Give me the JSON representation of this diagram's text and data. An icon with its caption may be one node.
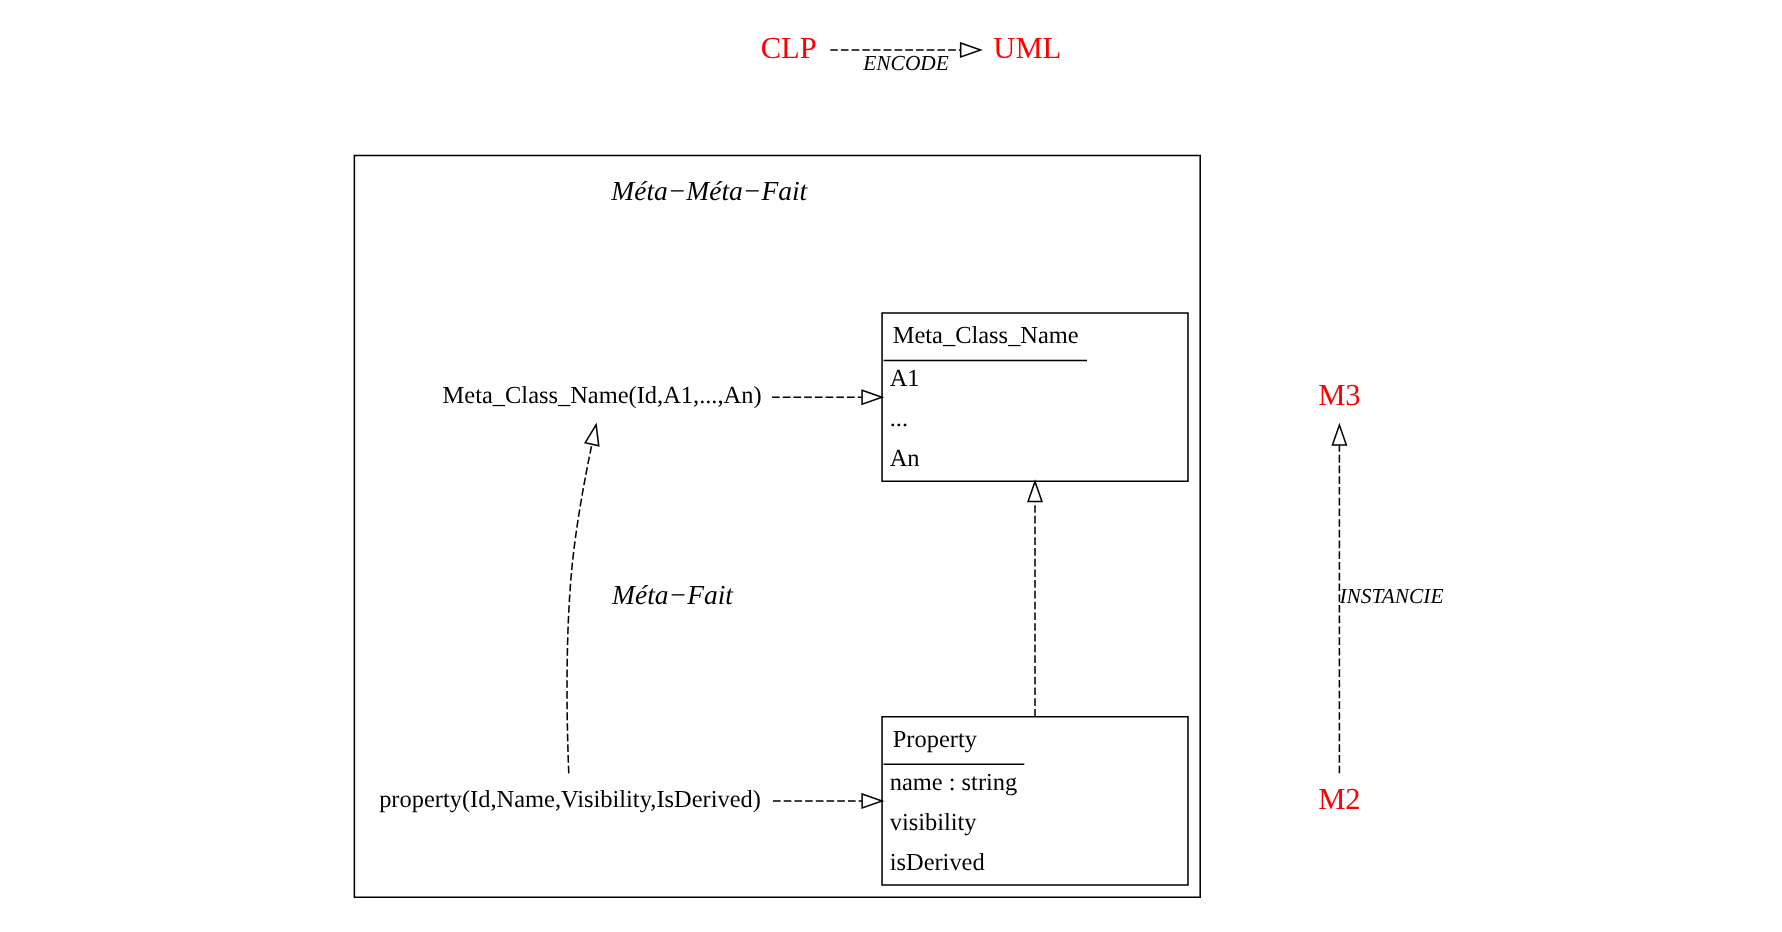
{
  "diagram": {
    "nodes": [
      {
        "text": [
          "UML"
        ]
      },
      {
        "text": [
          "CLP"
        ]
      },
      {
        "text": [
          "M3"
        ]
      },
      {
        "text": [
          "M2"
        ]
      },
      {
        "text": [],
        "shape": "box"
      },
      {
        "text": [
          "Meta_Class_Name",
          "A1",
          "...",
          "An"
        ],
        "in": 4
      },
      {
        "text": [
          "Meta_Class_Name(Id,A1,...,An)"
        ],
        "in": 4
      },
      {
        "text": [
          "Property",
          "name : string",
          "visibility",
          "isDerived"
        ],
        "in": 4
      },
      {
        "text": [
          "property(Id,Name,Visibility,IsDerived)"
        ],
        "in": 4
      }
    ],
    "edges": [
      {
        "from": 1,
        "to": 0,
        "arrow": "to",
        "label": "ENCODE",
        "style": "dashed"
      },
      {
        "from": 3,
        "to": 2,
        "arrow": "to",
        "label": "INSTANCIE",
        "style": "dashed"
      },
      {
        "from": 6,
        "to": 5,
        "arrow": "to",
        "style": "dashed"
      },
      {
        "from": 7,
        "to": 5,
        "arrow": "to",
        "style": "dashed"
      },
      {
        "from": 8,
        "to": 7,
        "arrow": "to",
        "style": "dashed"
      },
      {
        "from": 8,
        "to": 6,
        "arrow": "to",
        "style": "dashed"
      }
    ],
    "labels": [
      "Méta−Méta−Fait",
      "Méta−Fait"
    ]
  }
}
